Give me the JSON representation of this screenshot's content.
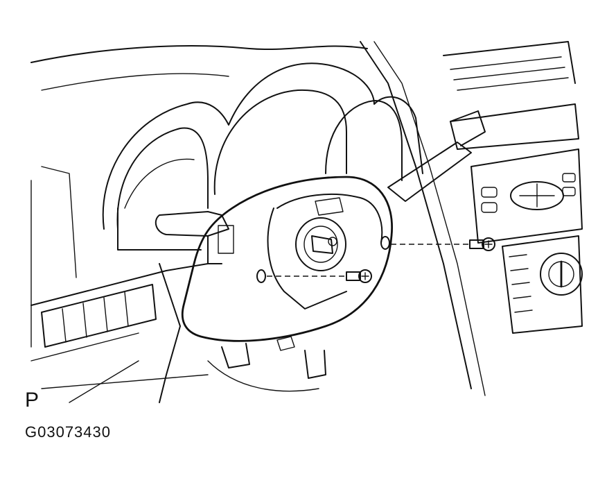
{
  "figure": {
    "view_marker": "P",
    "figure_id": "G03073430",
    "colors": {
      "line": "#111111",
      "background": "#ffffff"
    },
    "parts": [
      "steering-column-cover",
      "screw-upper-right",
      "screw-lower-left",
      "combination-switch-lever-left",
      "combination-switch-lever-right",
      "instrument-cluster",
      "center-console-audio",
      "hvac-control-knob"
    ]
  }
}
